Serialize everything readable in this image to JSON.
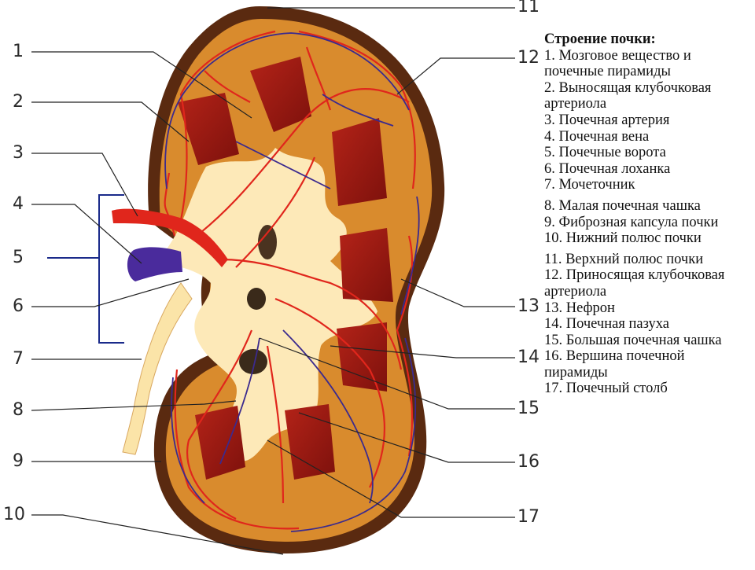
{
  "legend": {
    "title": "Строение почки:",
    "items": [
      "1. Мозговое вещество и почечные пирамиды",
      "2. Выносящая клубочковая артериола",
      "3. Почечная артерия",
      "4. Почечная вена",
      "5. Почечные ворота",
      "6. Почечная лоханка",
      "7. Мочеточник",
      "8. Малая почечная чашка",
      "9. Фиброзная капсула почки",
      "10. Нижний полюс почки",
      "11. Верхний полюс почки",
      "12. Приносящая клубочковая артериола",
      "13. Нефрон",
      "14. Почечная пазуха",
      "15. Большая почечная чашка",
      "16. Вершина почечной пирамиды",
      "17. Почечный столб"
    ]
  },
  "labels": {
    "n1": "1",
    "n2": "2",
    "n3": "3",
    "n4": "4",
    "n5": "5",
    "n6": "6",
    "n7": "7",
    "n8": "8",
    "n9": "9",
    "n10": "10",
    "n11": "11",
    "n12": "12",
    "n13": "13",
    "n14": "14",
    "n15": "15",
    "n16": "16",
    "n17": "17"
  },
  "colors": {
    "capsule": "#5a2a10",
    "cortex": "#d88a2c",
    "sinus": "#fde9b8",
    "pyramid": "#9e1a14",
    "artery": "#e0261c",
    "vein": "#3b2a8e",
    "hilum_bracket": "#1a2a8a"
  }
}
